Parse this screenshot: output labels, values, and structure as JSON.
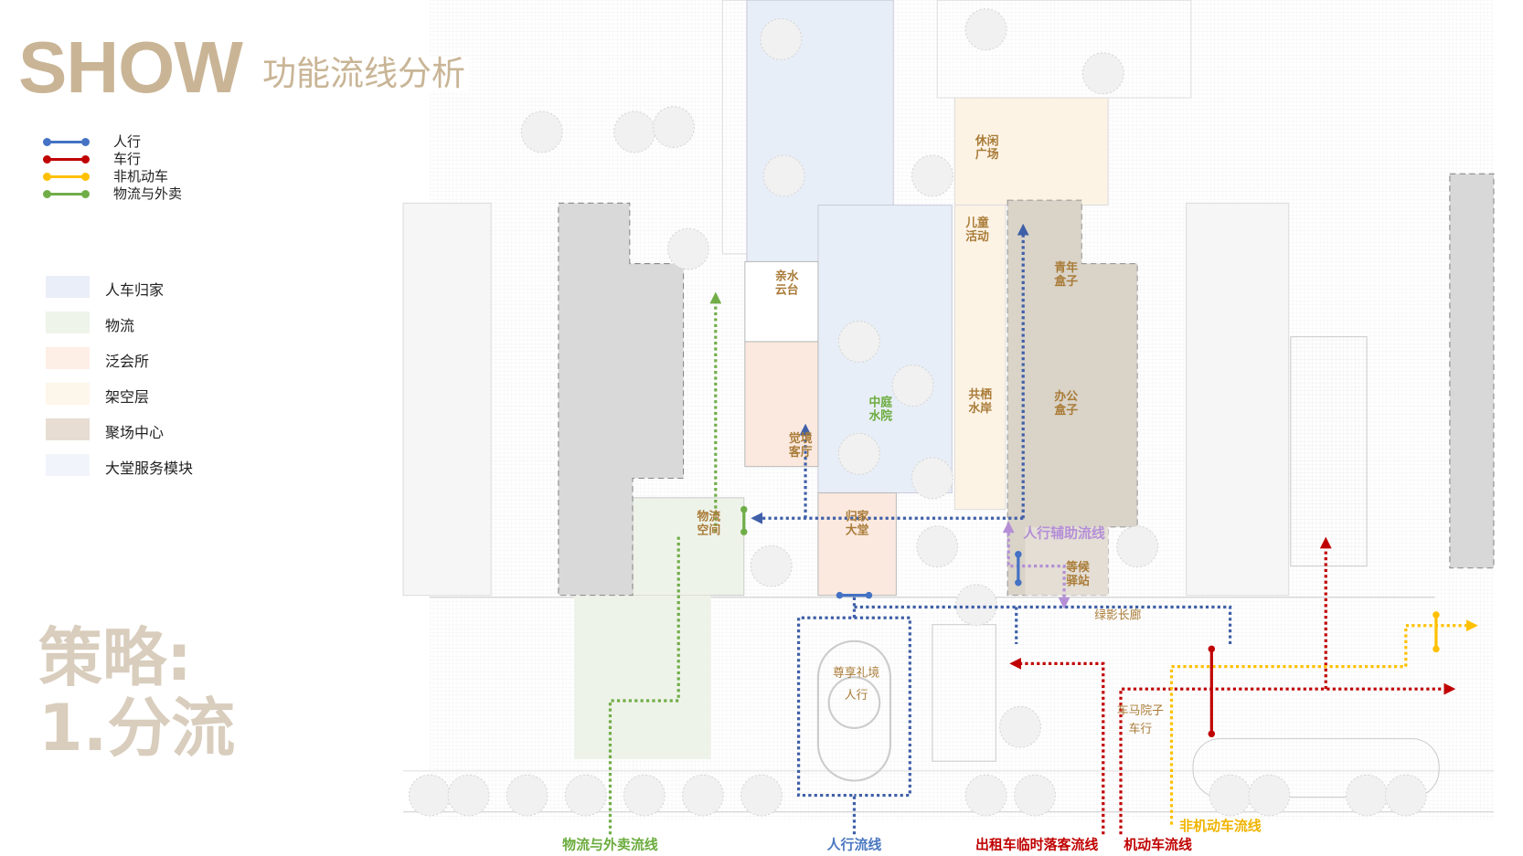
{
  "header": {
    "title": "SHOW",
    "subtitle": "功能流线分析"
  },
  "flow_legend": [
    {
      "label": "人行",
      "color": "#4472c4"
    },
    {
      "label": "车行",
      "color": "#c00000"
    },
    {
      "label": "非机动车",
      "color": "#ffc000"
    },
    {
      "label": "物流与外卖",
      "color": "#70ad47"
    }
  ],
  "zone_legend": [
    {
      "label": "人车归家",
      "color": "#e9eef8"
    },
    {
      "label": "物流",
      "color": "#eef4ea"
    },
    {
      "label": "泛会所",
      "color": "#fdeee6"
    },
    {
      "label": "架空层",
      "color": "#fdf6ea"
    },
    {
      "label": "聚场中心",
      "color": "#e7ddd2"
    },
    {
      "label": "大堂服务模块",
      "color": "#f1f5fb"
    }
  ],
  "strategy": {
    "line1": "策略:",
    "line2": "1.分流"
  },
  "plan_labels": {
    "leisure_plaza": [
      "休闲",
      "广场"
    ],
    "kids_activity": [
      "儿童",
      "活动"
    ],
    "youth_box": [
      "青年",
      "盒子"
    ],
    "water_terrace": [
      "亲水",
      "云台"
    ],
    "courtyard": [
      "中庭",
      "水院"
    ],
    "waterfront": [
      "共栖",
      "水岸"
    ],
    "office_box": [
      "办公",
      "盒子"
    ],
    "living_room": [
      "觉境",
      "客厅"
    ],
    "logistics_space": [
      "物流",
      "空间"
    ],
    "lobby": [
      "归家",
      "大堂"
    ],
    "waiting_station": [
      "等候",
      "驿站"
    ],
    "corridor": "绿影长廊",
    "entrance": "尊享礼境",
    "entrance_sub": "人行",
    "car_court": "车马院子",
    "car_court_sub": "车行",
    "aux_ped": "人行辅助流线"
  },
  "flow_labels": {
    "logistics": "物流与外卖流线",
    "pedestrian": "人行流线",
    "taxi": "出租车临时落客流线",
    "motor": "机动车流线",
    "nonmotor": "非机动车流线"
  },
  "colors": {
    "label_brown": "#a97b37",
    "label_green": "#6aab3c",
    "aux_purple": "#b48fd6",
    "ped_blue": "#3f5fa8"
  }
}
